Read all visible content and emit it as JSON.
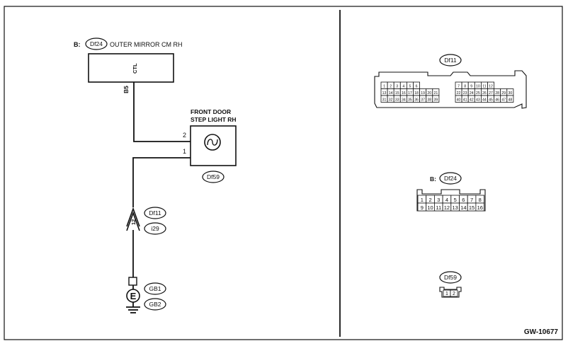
{
  "diagram_id": "GW-10677",
  "outer_mirror": {
    "prefix": "B:",
    "connector": "Df24",
    "name": "OUTER MIRROR CM RH",
    "terminal_name": "CTL",
    "terminal_pin": "B5"
  },
  "step_light": {
    "name_line1": "FRONT DOOR",
    "name_line2": "STEP LIGHT RH",
    "pin_top": "2",
    "pin_bottom": "1",
    "connector": "Df59"
  },
  "joint": {
    "pin": "12",
    "connector_a": "Df11",
    "connector_b": "i29"
  },
  "ground": {
    "symbol": "E",
    "label_a": "GB1",
    "label_b": "GB2"
  },
  "connector_views": {
    "df11": {
      "label": "Df11",
      "left_rows": [
        [
          "1",
          "2",
          "3",
          "4",
          "5",
          "6"
        ],
        [
          "13",
          "14",
          "15",
          "16",
          "17",
          "18",
          "19",
          "20",
          "21"
        ],
        [
          "31",
          "32",
          "33",
          "34",
          "35",
          "36",
          "37",
          "38",
          "39"
        ]
      ],
      "right_rows": [
        [
          "7",
          "8",
          "9",
          "10",
          "11",
          "12"
        ],
        [
          "22",
          "23",
          "24",
          "25",
          "26",
          "27",
          "28",
          "29",
          "30"
        ],
        [
          "40",
          "41",
          "42",
          "43",
          "44",
          "45",
          "46",
          "47",
          "48"
        ]
      ]
    },
    "df24": {
      "prefix": "B:",
      "label": "Df24",
      "rows": [
        [
          "1",
          "2",
          "3",
          "4",
          "5",
          "6",
          "7",
          "8"
        ],
        [
          "9",
          "10",
          "11",
          "12",
          "13",
          "14",
          "15",
          "16"
        ]
      ]
    },
    "df59": {
      "label": "Df59",
      "pins": [
        "1",
        "2"
      ]
    }
  }
}
